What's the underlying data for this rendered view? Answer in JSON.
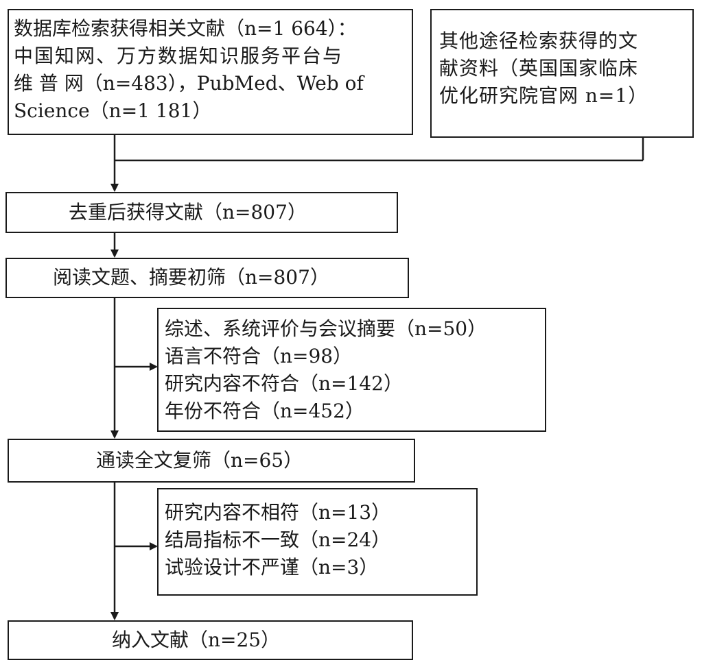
{
  "source_db": {
    "lines": [
      "数据库检索获得相关文献（n=1 664）：",
      "中国知网、万方数据知识服务平台与",
      "维 普 网（n=483），PubMed、Web of",
      "Science（n=1 181）"
    ]
  },
  "source_other": {
    "lines": [
      "其他途径检索获得的文",
      "献资料（英国国家临床",
      "优化研究院官网 n=1）"
    ]
  },
  "dedup": {
    "label": "去重后获得文献（n=807）"
  },
  "screen": {
    "label": "阅读文题、摘要初筛（n=807）"
  },
  "exclude1": {
    "items": [
      "综述、系统评价与会议摘要（n=50）",
      "语言不符合（n=98）",
      "研究内容不符合（n=142）",
      "年份不符合（n=452）"
    ]
  },
  "fulltext": {
    "label": "通读全文复筛（n=65）"
  },
  "exclude2": {
    "items": [
      "研究内容不相符（n=13）",
      "结局指标不一致（n=24）",
      "试验设计不严谨（n=3）"
    ]
  },
  "included": {
    "label": "纳入文献（n=25）"
  }
}
